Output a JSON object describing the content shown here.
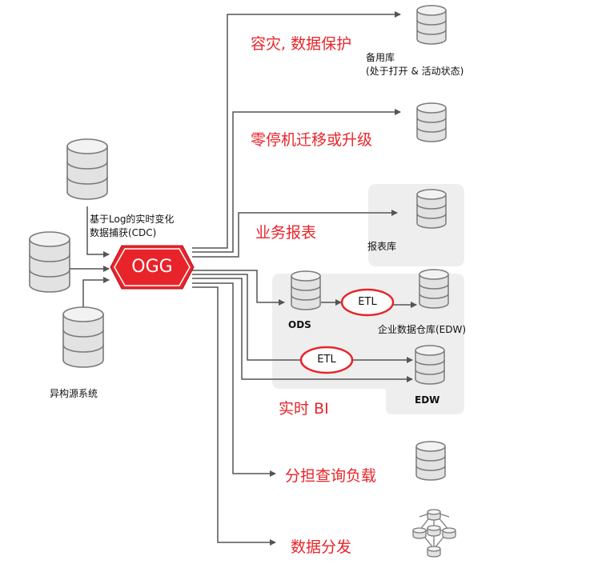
{
  "hub": {
    "label": "OGG",
    "cdc_caption": [
      "基于Log的实时变化",
      "数据捕获(CDC)"
    ]
  },
  "sources": {
    "caption": "异构源系统"
  },
  "branches": {
    "dr": {
      "label": "容灾, 数据保护",
      "db_caption": [
        "备用库",
        "(处于打开 & 活动状态)"
      ]
    },
    "zero_downtime": {
      "label": "零停机迁移或升级"
    },
    "reporting": {
      "label": "业务报表",
      "db_caption": "报表库"
    },
    "ods": {
      "ods_caption": "ODS",
      "etl_label": "ETL",
      "edw_caption": "企业数据仓库(EDW)"
    },
    "realtime": {
      "etl_label": "ETL",
      "edw_caption": "EDW",
      "label": "实时 BI"
    },
    "query_offload": {
      "label": "分担查询负载"
    },
    "distribution": {
      "label": "数据分发"
    }
  },
  "colors": {
    "brand_red": "#e8242a",
    "line": "#555555",
    "panel": "#eeeeee",
    "db_fill": "#e2e2e2",
    "db_stroke": "#7a7a7a"
  }
}
